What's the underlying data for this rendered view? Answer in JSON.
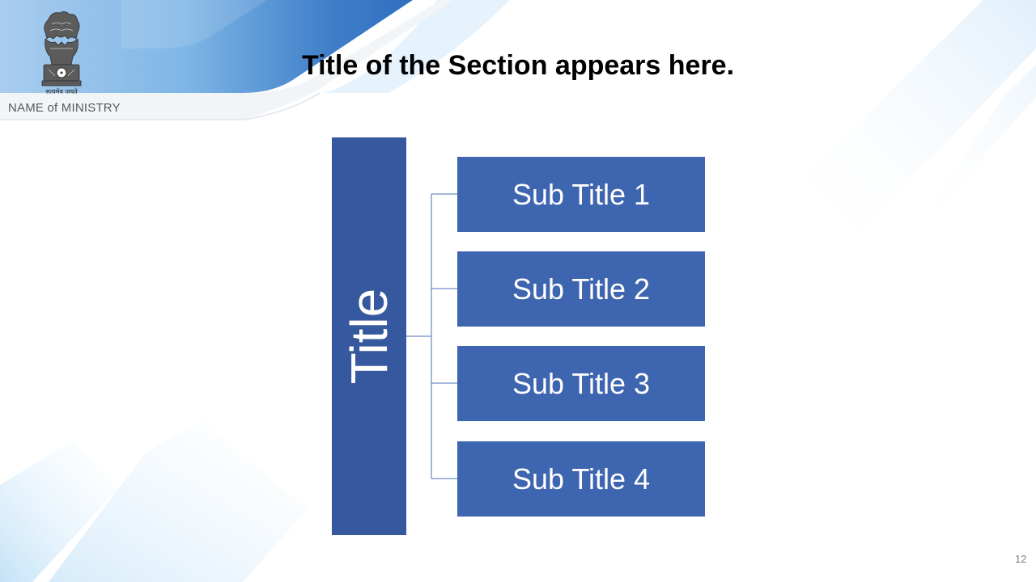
{
  "header": {
    "section_title": "Title of the Section appears here.",
    "ministry_name": "NAME of MINISTRY",
    "emblem_motto": "सत्यमेव जयते"
  },
  "diagram": {
    "main_title": "Title",
    "sub_titles": [
      "Sub Title 1",
      "Sub Title 2",
      "Sub Title 3",
      "Sub Title 4"
    ]
  },
  "footer": {
    "page_number": "12"
  },
  "colors": {
    "title_box": "#35589e",
    "sub_box": "#3e65b0",
    "connector": "#4a6fb5",
    "accent_light": "#8ec5ee",
    "accent_dark": "#3f7fc9"
  }
}
